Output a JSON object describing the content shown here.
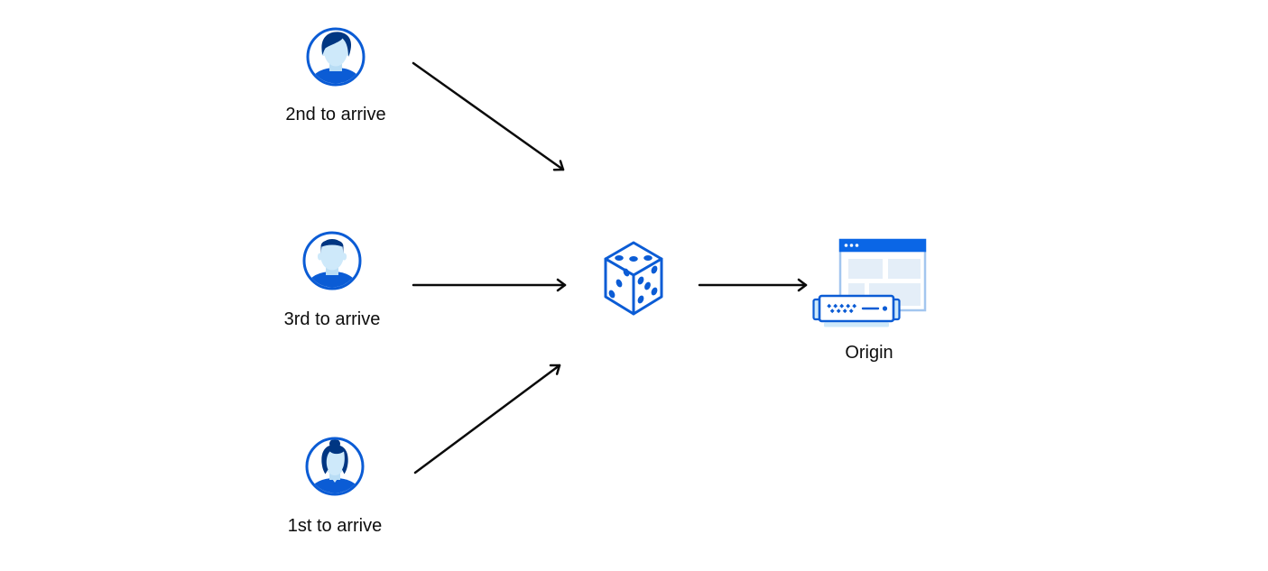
{
  "diagram": {
    "title": "load-balancing random routing diagram",
    "nodes": {
      "visitor_top": {
        "label": "2nd to arrive",
        "icon": "user-male-swept-hair-avatar"
      },
      "visitor_middle": {
        "label": "3rd to arrive",
        "icon": "user-male-flattop-avatar"
      },
      "visitor_bottom": {
        "label": "1st to arrive",
        "icon": "user-female-bun-avatar"
      },
      "randomizer": {
        "label": "",
        "icon": "dice"
      },
      "origin": {
        "label": "Origin",
        "icon": "browser-window-with-server"
      }
    },
    "edges": [
      {
        "from": "visitor_top",
        "to": "randomizer"
      },
      {
        "from": "visitor_middle",
        "to": "randomizer"
      },
      {
        "from": "visitor_bottom",
        "to": "randomizer"
      },
      {
        "from": "randomizer",
        "to": "origin"
      }
    ],
    "colors": {
      "primary_blue": "#0B5CD5",
      "navy_hair": "#003682",
      "light_blue": "#CEE9FA",
      "panel_light_blue": "#E4EEF8",
      "browser_bar_blue": "#0A66E6",
      "browser_border_blue": "#A3C6EF",
      "arrow_black": "#0A0A0A",
      "text_black": "#0D0D0D"
    }
  }
}
